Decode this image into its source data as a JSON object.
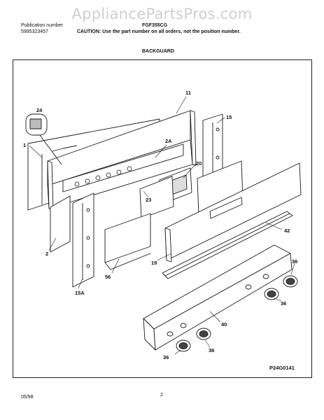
{
  "watermark": "AppliancePartsPros.com",
  "header": {
    "publication_label": "Publication number",
    "publication_number": "5995323457",
    "model": "FGF355CG",
    "caution": "CAUTION: Use the part number on all orders, not the position number.",
    "section_title": "BACKGUARD"
  },
  "diagram": {
    "callouts": {
      "c1": "1",
      "c2": "2",
      "c11": "11",
      "c15": "15",
      "c15a": "15A",
      "c19": "19",
      "c20": "20",
      "c23": "23",
      "c24": "24",
      "c2a": "2A",
      "c36a": "36",
      "c36b": "36",
      "c36c": "36",
      "c36d": "36",
      "c40": "40",
      "c42": "42",
      "c56": "56"
    },
    "figure_id": "P24G0141"
  },
  "footer": {
    "date": "05/98",
    "page": "2"
  }
}
